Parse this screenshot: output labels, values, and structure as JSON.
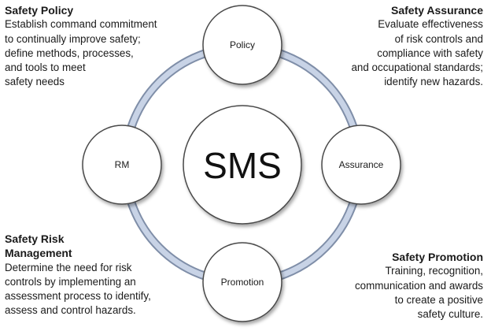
{
  "center": {
    "label": "SMS"
  },
  "nodes": {
    "policy": "Policy",
    "assurance": "Assurance",
    "promotion": "Promotion",
    "rm": "RM"
  },
  "blocks": {
    "top_left": {
      "heading": "Safety Policy",
      "lines": [
        "Establish command commitment",
        "to continually improve safety;",
        "define methods, processes,",
        "and tools to meet",
        "safety needs"
      ]
    },
    "top_right": {
      "heading": "Safety Assurance",
      "lines": [
        "Evaluate effectiveness",
        "of risk controls and",
        "compliance with safety",
        "and occupational standards;",
        "identify new hazards."
      ]
    },
    "bottom_left": {
      "heading_lines": [
        "Safety Risk",
        "Management"
      ],
      "lines": [
        "Determine the need for risk",
        "controls by implementing an",
        "assessment process to identify,",
        "assess and control hazards."
      ]
    },
    "bottom_right": {
      "heading": "Safety Promotion",
      "lines": [
        "Training, recognition,",
        "communication and awards",
        "to create a positive",
        "safety culture."
      ]
    }
  },
  "colors": {
    "ring_fill": "#c8d3e6",
    "ring_edge": "#7f8ea8",
    "circle_stroke": "#4a4a4a",
    "circle_fill": "#ffffff"
  }
}
